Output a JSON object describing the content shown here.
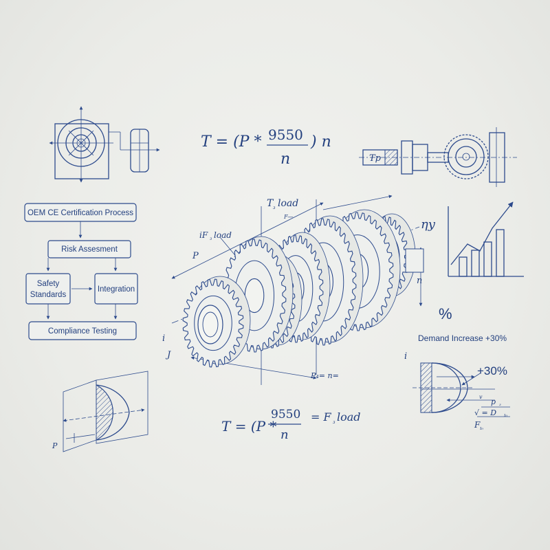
{
  "formulas": {
    "top": {
      "lhs": "T = (P * ",
      "num": "9550",
      "rhs": ") n",
      "den": "n"
    },
    "bottom": {
      "lhs": "T = (P *",
      "num": "9550",
      "rhs": "= F",
      "sub": "₃",
      "tail": "load",
      "den": "n"
    }
  },
  "flowchart": {
    "title": "OEM CE Certification Process",
    "step1": "Risk Assesment",
    "step2a_line1": "Safety",
    "step2a_line2": "Standards",
    "step2b": "Integration",
    "step3": "Compliance Testing"
  },
  "gear_labels": {
    "t_load_T": "T",
    "t_load_sub": "₃",
    "t_load": "load",
    "if_load_i": "iF",
    "if_load_sub": "₃",
    "if_load": "load",
    "f_small": "F—",
    "p": "P",
    "n": "n",
    "p_n": "P₄= n=",
    "i": "i",
    "j": "J"
  },
  "shaft_label": "Tp",
  "stray": {
    "ny": "ηy",
    "i_right": "i",
    "p_left": "P"
  },
  "growth": {
    "percent": "%",
    "demand": "Demand Increase +30%",
    "plus30": "+30%",
    "bars": [
      0.28,
      0.38,
      0.5,
      0.68
    ]
  },
  "section_labels": {
    "p": "p",
    "p_sub": "₃",
    "v": "v",
    "eq": "√ = D",
    "eq_sub": "ı₀",
    "f": "F",
    "f_sub": "ı₀"
  },
  "colors": {
    "ink": "#2c4a8c",
    "paper": "#ebece8"
  }
}
